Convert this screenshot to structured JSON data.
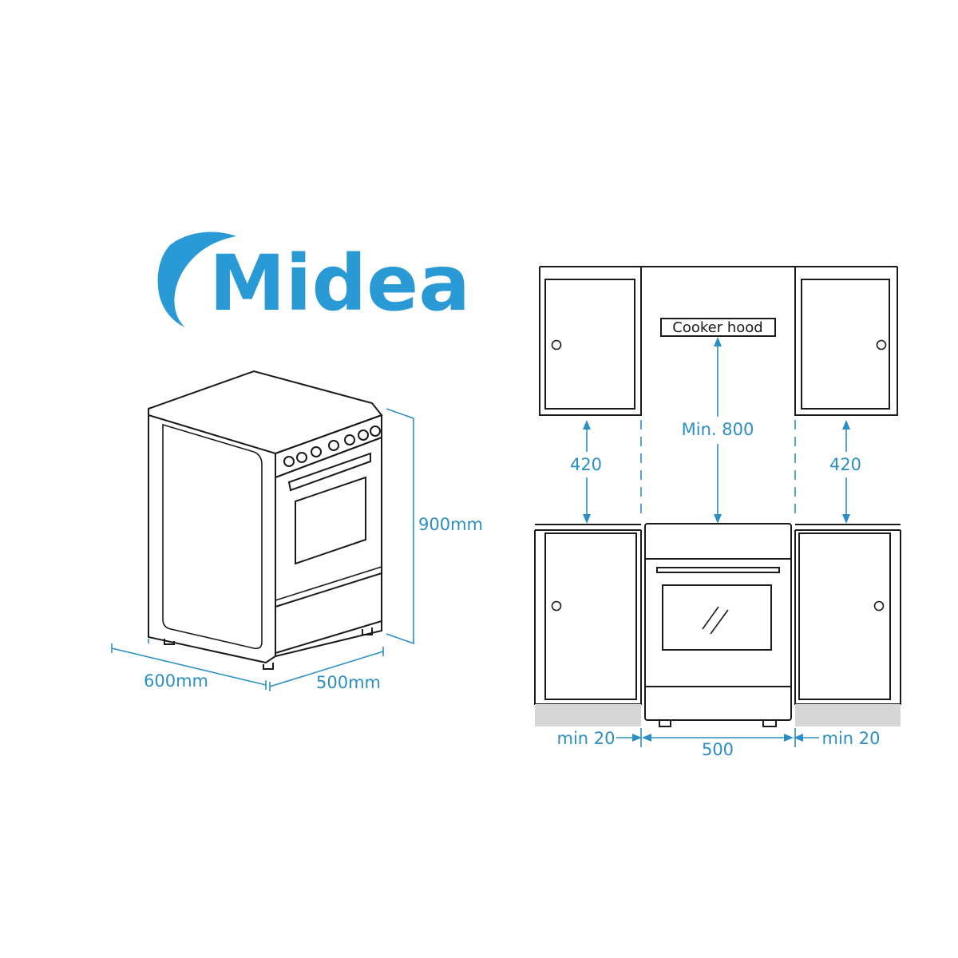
{
  "brand": {
    "name": "Midea",
    "color": "#2a9ad6"
  },
  "colors": {
    "dimension": "#2b8fc3",
    "line": "#1a1a1a",
    "floor": "#d6d6d6",
    "background": "#ffffff"
  },
  "product_dimensions": {
    "height": "900mm",
    "depth": "600mm",
    "width": "500mm"
  },
  "installation": {
    "hood_label": "Cooker hood",
    "hood_clearance": "Min. 800",
    "left_cabinet_gap": "420",
    "right_cabinet_gap": "420",
    "left_side_gap": "min 20",
    "right_side_gap": "min 20",
    "appliance_width": "500"
  },
  "icons": [
    "midea-logo-icon",
    "oven-window-reflection-icon",
    "cabinet-knob-icon"
  ]
}
